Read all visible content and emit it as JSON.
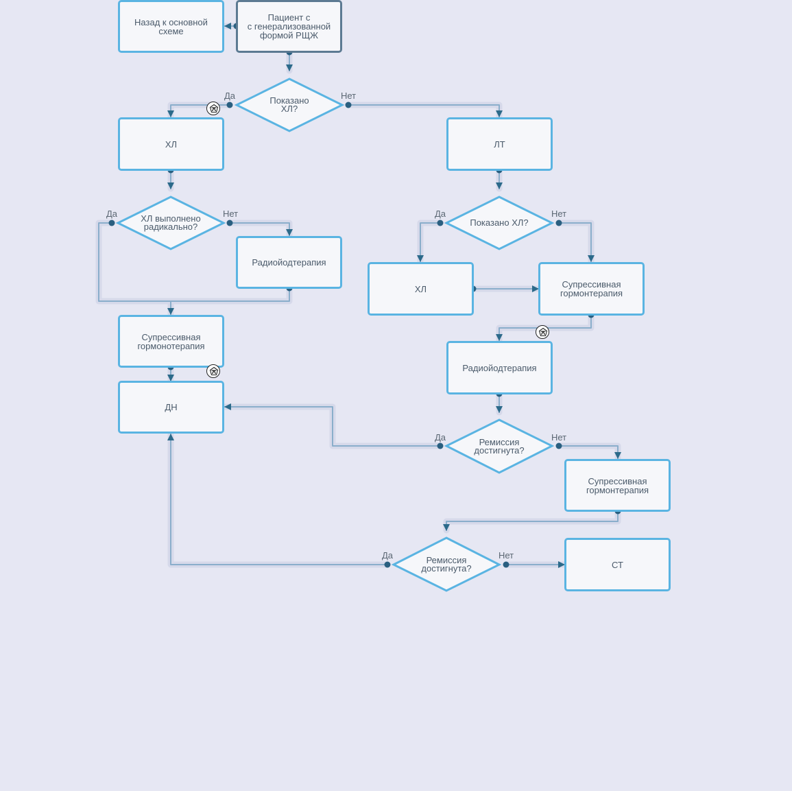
{
  "nodes": {
    "back": "Назад к основной\nсхеме",
    "patient": "Пациент с\nс генерализованной\nформой РЩЖ",
    "xl_left": "ХЛ",
    "radio_left": "Радиойодтерапия",
    "supp_left": "Супрессивная\nгормонотерапия",
    "dn": "ДН",
    "lt": "ЛТ",
    "xl_right": "ХЛ",
    "supp_right": "Супрессивная\nгормонтерапия",
    "radio_right": "Радиойодтерапия",
    "supp_right2": "Супрессивная\nгормонтерапия",
    "st": "СТ"
  },
  "decisions": {
    "d1": "Показано\nХЛ?",
    "d2": "ХЛ выполнено\nрадикально?",
    "d3": "Показано ХЛ?",
    "d4": "Ремиссия\nдостигнута?",
    "d5": "Ремиссия\nдостигнута?"
  },
  "edge_labels": {
    "yes": "Да",
    "no": "Нет"
  },
  "badge_icon": "pentagon-person-icon"
}
